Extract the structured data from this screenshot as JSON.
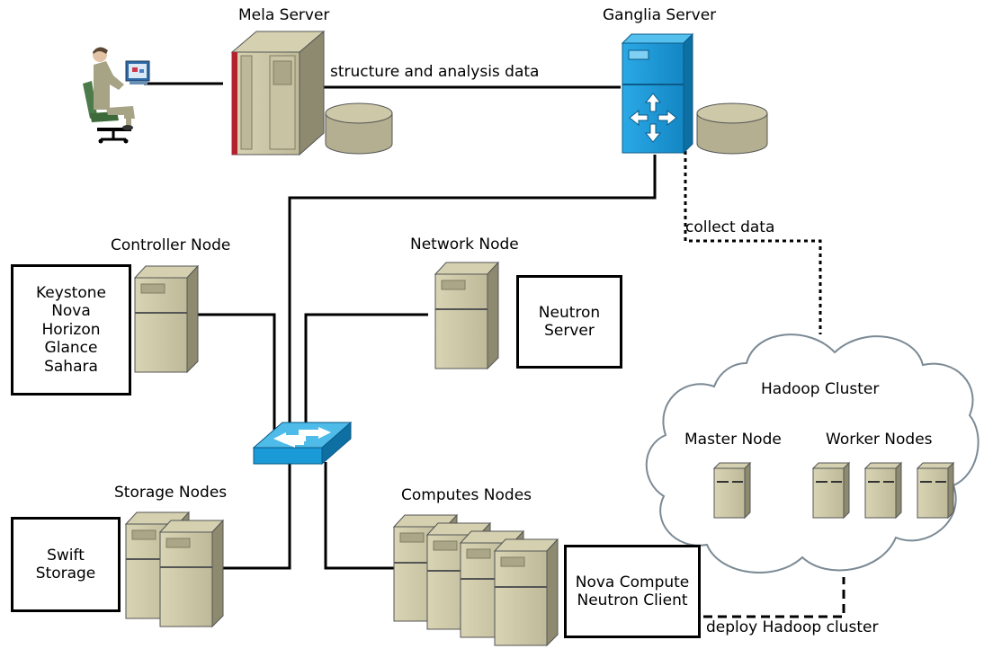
{
  "servers": {
    "mela": "Mela Server",
    "ganglia": "Ganglia Server"
  },
  "links": {
    "structure": "structure and analysis data",
    "collect": "collect data",
    "deploy": "deploy Hadoop cluster"
  },
  "nodes": {
    "controller": "Controller Node",
    "network": "Network Node",
    "storage": "Storage Nodes",
    "compute": "Computes Nodes"
  },
  "services": {
    "controller": [
      "Keystone",
      "Nova",
      "Horizon",
      "Glance",
      "Sahara"
    ],
    "network": [
      "Neutron",
      "Server"
    ],
    "storage": [
      "Swift",
      "Storage"
    ],
    "compute": [
      "Nova Compute",
      "Neutron Client"
    ]
  },
  "hadoop": {
    "title": "Hadoop Cluster",
    "master": "Master Node",
    "workers": "Worker Nodes"
  },
  "colors": {
    "server_beige": "#c9c5a4",
    "server_dark": "#9c997d",
    "network_blue": "#1a9ad6",
    "network_dark": "#0e6fa3",
    "cloud_stroke": "#7b8a95"
  }
}
